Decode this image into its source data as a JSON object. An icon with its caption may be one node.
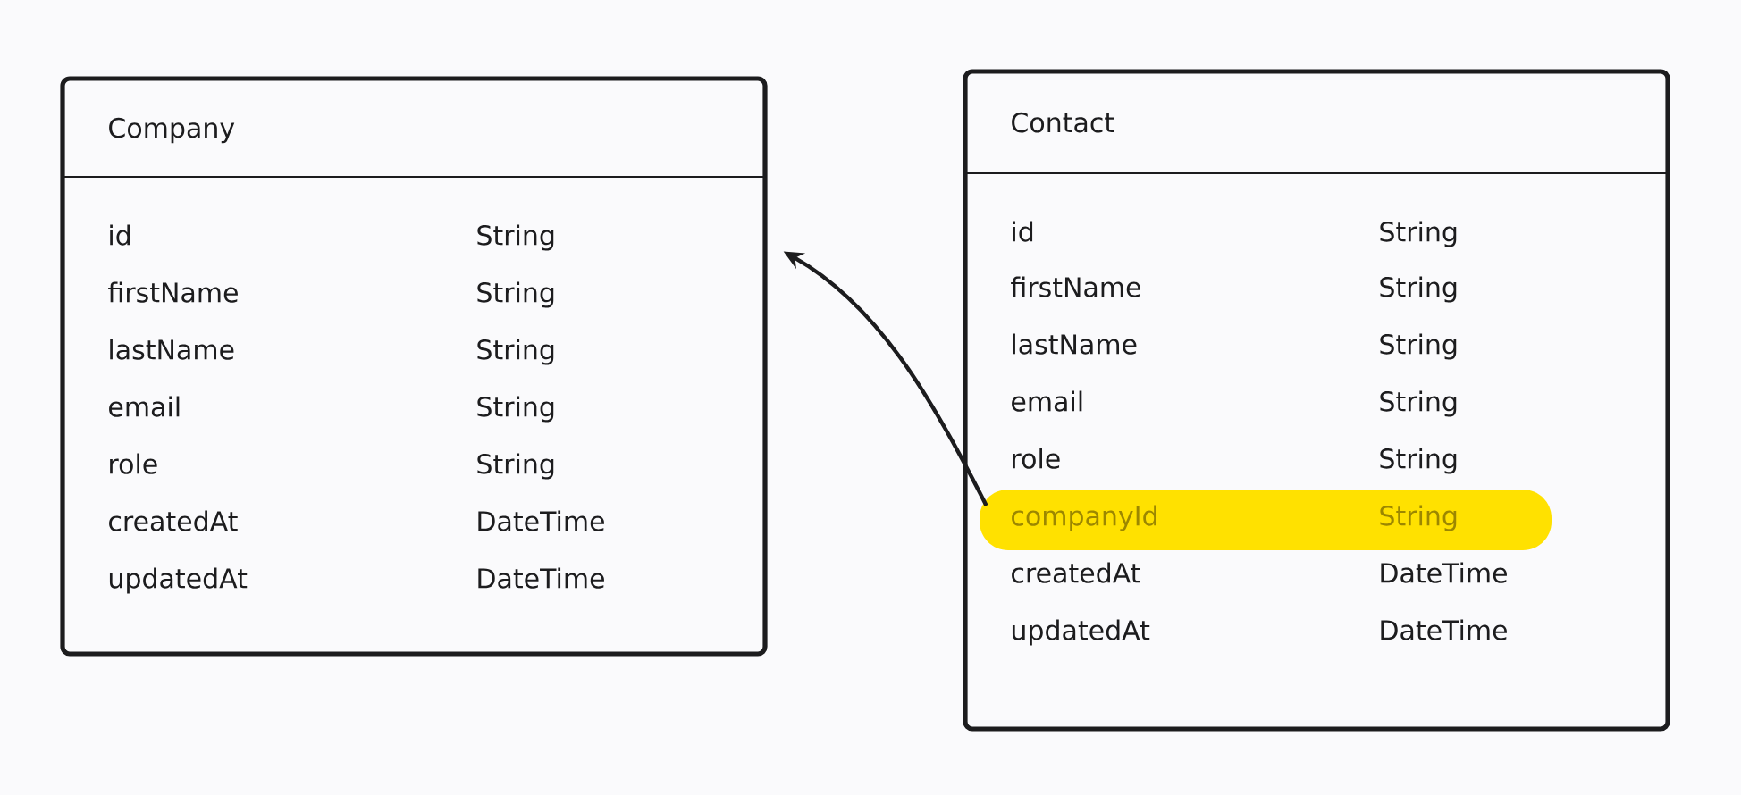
{
  "diagram": {
    "nodes": [
      {
        "text": [
          "Company",
          "id",
          "String",
          "firstName",
          "String",
          "lastName",
          "String",
          "email",
          "String",
          "role",
          "String",
          "createdAt",
          "DateTime",
          "updatedAt",
          "DateTime"
        ]
      },
      {
        "text": [
          "Contact",
          "id",
          "String",
          "firstName",
          "String",
          "lastName",
          "String",
          "email",
          "String",
          "role",
          "String",
          "createdAt",
          "DateTime",
          "updatedAt",
          "DateTime"
        ]
      },
      {
        "text": [
          "companyId",
          "String"
        ],
        "in": 1
      }
    ],
    "edges": [
      {
        "from": 2,
        "to": 0,
        "arrow": "to"
      }
    ]
  }
}
